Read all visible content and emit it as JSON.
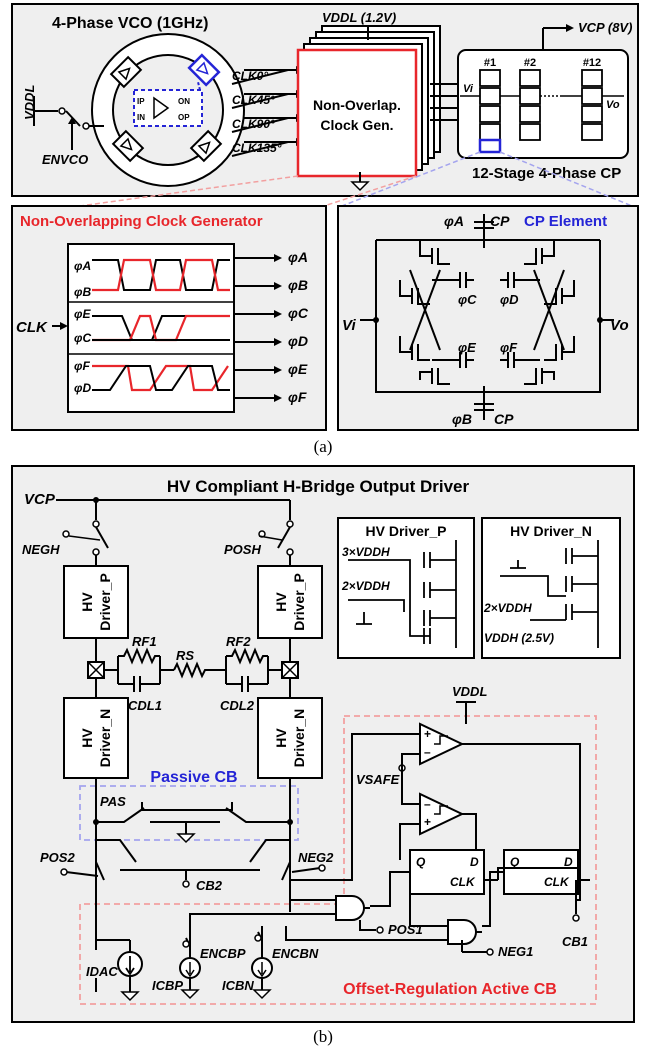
{
  "figure_a": {
    "caption": "(a)",
    "vco": {
      "title": "4-Phase VCO (1GHz)",
      "vddl": "VDDL",
      "en": "ENVCO",
      "sym_on": "ON",
      "sym_op": "OP",
      "sym_ip": "IP",
      "sym_in": "IN"
    },
    "clocks": [
      "CLK0°",
      "CLK45°",
      "CLK90°",
      "CLK135°"
    ],
    "supply_top": "VDDL (1.2V)",
    "nonoverlap_block": [
      "Non-Overlap.",
      "Clock Gen."
    ],
    "cp": {
      "stages": [
        "#1",
        "#2",
        "#12"
      ],
      "vi": "Vi",
      "vo": "Vo",
      "vcp": "VCP (8V)",
      "title": "12-Stage 4-Phase CP"
    },
    "nocg_panel": {
      "title": "Non-Overlapping Clock Generator",
      "clk": "CLK",
      "left_labels": [
        "φA",
        "φB",
        "φE",
        "φC",
        "φF",
        "φD"
      ],
      "outputs": [
        "φA",
        "φB",
        "φC",
        "φD",
        "φE",
        "φF"
      ]
    },
    "cp_element": {
      "title": "CP Element",
      "phi_a": "φA",
      "phi_b": "φB",
      "cp": "CP",
      "phi_c": "φC",
      "phi_d": "φD",
      "phi_e": "φE",
      "phi_f": "φF",
      "vi": "Vi",
      "vo": "Vo"
    }
  },
  "figure_b": {
    "caption": "(b)",
    "title": "HV Compliant H-Bridge Output Driver",
    "vcp": "VCP",
    "neg_h": "NEGH",
    "pos_h": "POSH",
    "hv_driver_p": [
      "HV",
      "Driver_P"
    ],
    "hv_driver_n": [
      "HV",
      "Driver_N"
    ],
    "rf1": "RF1",
    "rf2": "RF2",
    "rs": "RS",
    "cdl1": "CDL1",
    "cdl2": "CDL2",
    "inset_p": {
      "title": "HV Driver_P",
      "l1": "3×VDDH",
      "l2": "2×VDDH"
    },
    "inset_n": {
      "title": "HV Driver_N",
      "l1": "2×VDDH",
      "l2": "VDDH (2.5V)"
    },
    "vddl": "VDDL",
    "vsafe": "VSAFE",
    "passive_cb": "Passive CB",
    "pas": "PAS",
    "pos2": "POS2",
    "neg2": "NEG2",
    "cb2": "CB2",
    "ff": {
      "q": "Q",
      "d": "D",
      "clk": "CLK"
    },
    "pos1": "POS1",
    "neg1": "NEG1",
    "cb1": "CB1",
    "encbp": "ENCBP",
    "encbn": "ENCBN",
    "idac": "IDAC",
    "icbp": "ICBP",
    "icbn": "ICBN",
    "active_cb": "Offset-Regulation Active CB"
  },
  "colors": {
    "red": "#e8262b",
    "blue": "#2424d6",
    "panel": "#efefef",
    "pink_dash": "#f2a0a0",
    "blue_dash": "#a4a4ee"
  }
}
